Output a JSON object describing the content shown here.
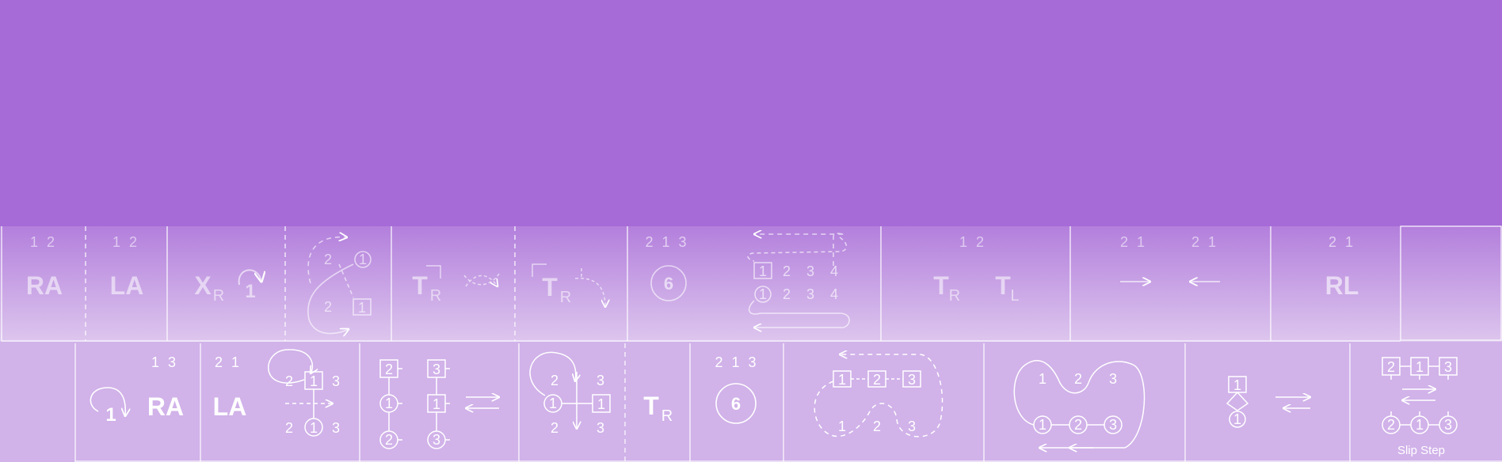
{
  "colors": {
    "background": "#a66bd7",
    "row1_top": "#b37fdc",
    "row1_bottom": "#ddc6ee",
    "row2": "#d1b2e9",
    "line": "#ffffff"
  },
  "row1": {
    "ra": {
      "nums": "1 2",
      "label": "RA"
    },
    "la": {
      "nums": "1 2",
      "label": "LA"
    },
    "xr": {
      "label": "X",
      "sub": "R",
      "one": "1"
    },
    "cross": {
      "top_num": "2",
      "top_circle": "1",
      "bottom_num": "2",
      "bottom_box": "1"
    },
    "tr1": {
      "label": "T",
      "sub": "R"
    },
    "tr2": {
      "label": "T",
      "sub": "R"
    },
    "six": {
      "nums": "2 1 3",
      "circle": "6"
    },
    "shuttle": {
      "top_box": "1",
      "top_nums": [
        "2",
        "3",
        "4"
      ],
      "bottom_circle": "1",
      "bottom_nums": [
        "2",
        "3",
        "4"
      ]
    },
    "trtl": {
      "nums": "1 2",
      "tr": "T",
      "tr_sub": "R",
      "tl": "T",
      "tl_sub": "L"
    },
    "arrows": {
      "nums_left": "2 1",
      "nums_right": "2 1"
    },
    "rl": {
      "nums": "2 1",
      "label": "RL"
    }
  },
  "row2": {
    "ra": {
      "nums": "1 3",
      "one": "1",
      "label": "RA"
    },
    "la": {
      "nums": "2 1",
      "label": "LA",
      "top_left": "2",
      "top_box": "1",
      "top_right": "3",
      "bottom_left": "2",
      "bottom_circle": "1",
      "bottom_right": "3"
    },
    "columns": {
      "left_box": "2",
      "left_mid_circle": "1",
      "left_bottom_circle": "2",
      "right_box": "3",
      "right_mid_box": "1",
      "right_bottom_circle": "3"
    },
    "loop": {
      "top_left": "2",
      "top_right": "3",
      "circle": "1",
      "box": "1",
      "bottom_left": "2",
      "bottom_right": "3"
    },
    "tr": {
      "label": "T",
      "sub": "R"
    },
    "six": {
      "nums": "2 1 3",
      "circle": "6"
    },
    "boxes": {
      "b1": "1",
      "b2": "2",
      "b3": "3",
      "n1": "1",
      "n2": "2",
      "n3": "3"
    },
    "circles": {
      "n1": "1",
      "n2": "2",
      "n3": "3",
      "c1": "1",
      "c2": "2",
      "c3": "3"
    },
    "hex": {
      "box": "1",
      "circle": "1"
    },
    "slip": {
      "top": [
        "2",
        "1",
        "3"
      ],
      "bottom": [
        "2",
        "1",
        "3"
      ],
      "caption": "Slip Step"
    }
  }
}
